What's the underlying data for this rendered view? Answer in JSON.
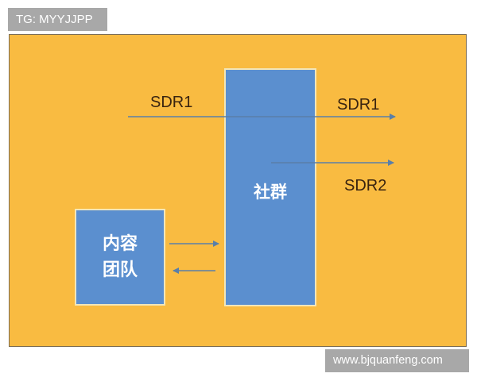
{
  "watermarks": {
    "top": "TG: MYYJJPP",
    "bottom": "www.bjquanfeng.com"
  },
  "diagram": {
    "nodes": {
      "community": "社群",
      "content_team_line1": "内容",
      "content_team_line2": "团队"
    },
    "labels": {
      "sdr1_in": "SDR1",
      "sdr1_out": "SDR1",
      "sdr2_out": "SDR2"
    },
    "edges": [
      {
        "from": "left",
        "to": "right",
        "label": "SDR1",
        "through": "community"
      },
      {
        "from": "community",
        "to": "right",
        "label": "SDR2"
      },
      {
        "from": "content_team",
        "to": "community"
      },
      {
        "from": "community",
        "to": "content_team"
      }
    ]
  },
  "colors": {
    "canvas": "#f9bb41",
    "box": "#5b8fcf",
    "arrow": "#5a7fa8",
    "watermark": "#a8a8a8"
  }
}
